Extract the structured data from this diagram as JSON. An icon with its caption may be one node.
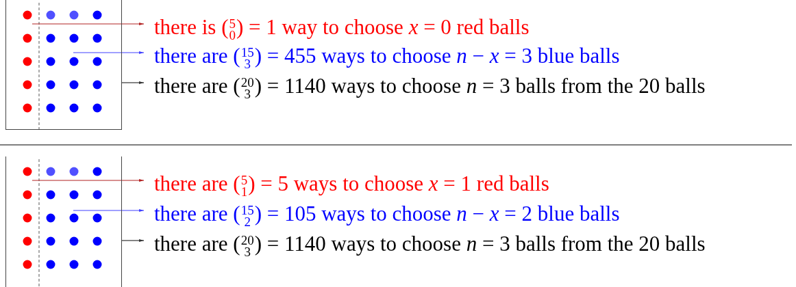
{
  "diagram": {
    "nodes": [
      {
        "text": [],
        "shape": "box"
      },
      {
        "text": [
          "there is ($^{5}$$_{0}$) = 1 way to choose *x* = 0 red balls"
        ]
      },
      {
        "text": [
          "there are ($^{15}$$_{3}$) = 455 ways to choose *n* − *x* = 3 blue balls"
        ]
      },
      {
        "text": [
          "there are ($^{20}$$_{3}$) = 1140 ways to choose *n* = 3 balls from the 20 balls"
        ]
      },
      {
        "text": [],
        "shape": "box"
      },
      {
        "text": [
          "there are ($^{5}$$_{1}$) = 5 ways to choose *x* = 1 red balls"
        ]
      },
      {
        "text": [
          "there are ($^{15}$$_{2}$) = 105 ways to choose *n* − *x* = 2 blue balls"
        ]
      },
      {
        "text": [
          "there are ($^{20}$$_{3}$) = 1140 ways to choose *n* = 3 balls from the 20 balls"
        ]
      }
    ],
    "edges": [
      {
        "from": 0,
        "to": 1,
        "arrow": "to",
        "color": "#b22222"
      },
      {
        "from": 0,
        "to": 2,
        "arrow": "to",
        "color": "#4040ff"
      },
      {
        "from": 0,
        "to": 3,
        "arrow": "to",
        "color": "#333333"
      },
      {
        "from": 4,
        "to": 5,
        "arrow": "to",
        "color": "#b22222"
      },
      {
        "from": 4,
        "to": 6,
        "arrow": "to",
        "color": "#4040ff"
      },
      {
        "from": 4,
        "to": 7,
        "arrow": "to",
        "color": "#333333"
      }
    ]
  }
}
